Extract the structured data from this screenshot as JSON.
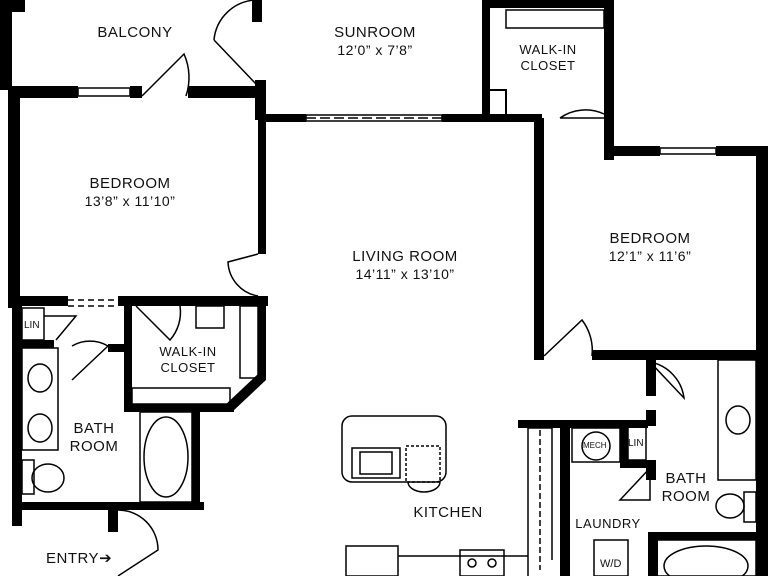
{
  "rooms": {
    "balcony": {
      "name": "BALCONY"
    },
    "sunroom": {
      "name": "SUNROOM",
      "dims": "12’0” x 7’8”"
    },
    "walkin_closet_top": {
      "name_line1": "WALK-IN",
      "name_line2": "CLOSET"
    },
    "bedroom_left": {
      "name": "BEDROOM",
      "dims": "13’8” x 11’10”"
    },
    "living_room": {
      "name": "LIVING ROOM",
      "dims": "14’11” x 13’10”"
    },
    "bedroom_right": {
      "name": "BEDROOM",
      "dims": "12’1” x 11’6”"
    },
    "walkin_closet_mid": {
      "name_line1": "WALK-IN",
      "name_line2": "CLOSET"
    },
    "bath_left": {
      "name_line1": "BATH",
      "name_line2": "ROOM"
    },
    "bath_right": {
      "name_line1": "BATH",
      "name_line2": "ROOM"
    },
    "kitchen": {
      "name": "KITCHEN"
    },
    "laundry": {
      "name": "LAUNDRY"
    },
    "lin_left": {
      "name": "LIN"
    },
    "lin_right": {
      "name": "LIN"
    },
    "mech": {
      "name": "MECH"
    },
    "wd": {
      "name": "W/D"
    },
    "entry": {
      "name": "ENTRY➔"
    }
  }
}
